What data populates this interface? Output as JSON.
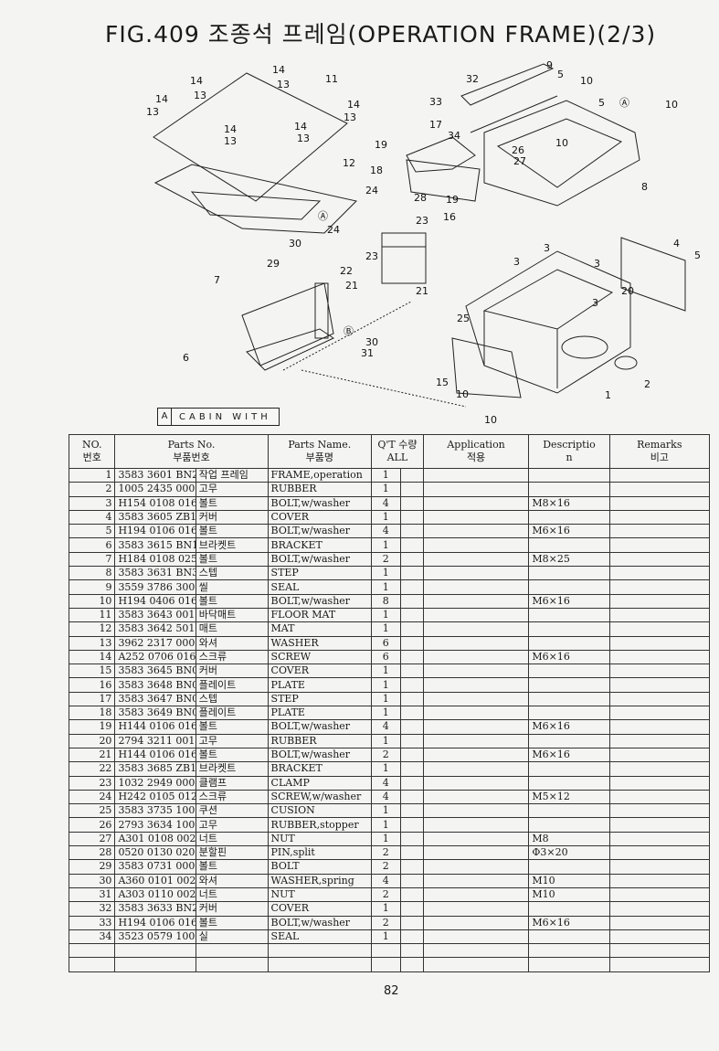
{
  "page": {
    "title": "FIG.409 조종석 프레임(OPERATION FRAME)(2/3)",
    "cabin_note_letter": "A",
    "cabin_note_text": "CABIN WITH",
    "page_number": "82"
  },
  "table": {
    "headers": {
      "no": "NO.",
      "no_kr": "번호",
      "parts_no": "Parts No.",
      "parts_no_kr": "부품번호",
      "parts_name": "Parts Name.",
      "parts_name_kr": "부품명",
      "qty": "Q'T 수량",
      "qty_sub": "ALL",
      "application": "Application",
      "application_kr": "적용",
      "description": "Descriptio",
      "description2": "n",
      "remarks": "Remarks",
      "remarks_kr": "비고"
    },
    "rows": [
      {
        "no": "1",
        "part": "3583 3601 BN2",
        "kr": "작업 프레임",
        "en": "FRAME,operation",
        "qty": "1",
        "desc": ""
      },
      {
        "no": "2",
        "part": "1005 2435 000",
        "kr": "고무",
        "en": "RUBBER",
        "qty": "1",
        "desc": ""
      },
      {
        "no": "3",
        "part": "H154 0108 016",
        "kr": "볼트",
        "en": "BOLT,w/washer",
        "qty": "4",
        "desc": "M8×16"
      },
      {
        "no": "4",
        "part": "3583 3605 ZB1",
        "kr": "커버",
        "en": "COVER",
        "qty": "1",
        "desc": ""
      },
      {
        "no": "5",
        "part": "H194 0106 016",
        "kr": "볼트",
        "en": "BOLT,w/washer",
        "qty": "4",
        "desc": "M6×16"
      },
      {
        "no": "6",
        "part": "3583 3615 BN1",
        "kr": "브라켓트",
        "en": "BRACKET",
        "qty": "1",
        "desc": ""
      },
      {
        "no": "7",
        "part": "H184 0108 025",
        "kr": "볼트",
        "en": "BOLT,w/washer",
        "qty": "2",
        "desc": "M8×25"
      },
      {
        "no": "8",
        "part": "3583 3631 BN3",
        "kr": "스텝",
        "en": "STEP",
        "qty": "1",
        "desc": ""
      },
      {
        "no": "9",
        "part": "3559 3786 300",
        "kr": "씰",
        "en": "SEAL",
        "qty": "1",
        "desc": ""
      },
      {
        "no": "10",
        "part": "H194 0406 016",
        "kr": "볼트",
        "en": "BOLT,w/washer",
        "qty": "8",
        "desc": "M6×16"
      },
      {
        "no": "11",
        "part": "3583 3643 001",
        "kr": "바닥매트",
        "en": "FLOOR MAT",
        "qty": "1",
        "desc": ""
      },
      {
        "no": "12",
        "part": "3583 3642 501",
        "kr": "매트",
        "en": "MAT",
        "qty": "1",
        "desc": ""
      },
      {
        "no": "13",
        "part": "3962 2317 000",
        "kr": "와셔",
        "en": "WASHER",
        "qty": "6",
        "desc": ""
      },
      {
        "no": "14",
        "part": "A252 0706 016",
        "kr": "스크류",
        "en": "SCREW",
        "qty": "6",
        "desc": "M6×16"
      },
      {
        "no": "15",
        "part": "3583 3645 BN0",
        "kr": "커버",
        "en": "COVER",
        "qty": "1",
        "desc": ""
      },
      {
        "no": "16",
        "part": "3583 3648 BN0",
        "kr": "플레이트",
        "en": "PLATE",
        "qty": "1",
        "desc": ""
      },
      {
        "no": "17",
        "part": "3583 3647 BN0",
        "kr": "스텝",
        "en": "STEP",
        "qty": "1",
        "desc": ""
      },
      {
        "no": "18",
        "part": "3583 3649 BN0",
        "kr": "플레이트",
        "en": "PLATE",
        "qty": "1",
        "desc": ""
      },
      {
        "no": "19",
        "part": "H144 0106 016",
        "kr": "볼트",
        "en": "BOLT,w/washer",
        "qty": "4",
        "desc": "M6×16"
      },
      {
        "no": "20",
        "part": "2794 3211 001",
        "kr": "고무",
        "en": "RUBBER",
        "qty": "1",
        "desc": ""
      },
      {
        "no": "21",
        "part": "H144 0106 016",
        "kr": "볼트",
        "en": "BOLT,w/washer",
        "qty": "2",
        "desc": "M6×16"
      },
      {
        "no": "22",
        "part": "3583 3685 ZB1",
        "kr": "브라켓트",
        "en": "BRACKET",
        "qty": "1",
        "desc": ""
      },
      {
        "no": "23",
        "part": "1032 2949 000",
        "kr": "클램프",
        "en": "CLAMP",
        "qty": "4",
        "desc": ""
      },
      {
        "no": "24",
        "part": "H242 0105 012",
        "kr": "스크류",
        "en": "SCREW,w/washer",
        "qty": "4",
        "desc": "M5×12"
      },
      {
        "no": "25",
        "part": "3583 3735 100",
        "kr": "쿠션",
        "en": "CUSION",
        "qty": "1",
        "desc": ""
      },
      {
        "no": "26",
        "part": "2793 3634 100",
        "kr": "고무",
        "en": "RUBBER,stopper",
        "qty": "1",
        "desc": ""
      },
      {
        "no": "27",
        "part": "A301 0108 002",
        "kr": "너트",
        "en": "NUT",
        "qty": "1",
        "desc": "M8"
      },
      {
        "no": "28",
        "part": "0520 0130 020",
        "kr": "분할핀",
        "en": "PIN,split",
        "qty": "2",
        "desc": "Φ3×20"
      },
      {
        "no": "29",
        "part": "3583 0731 000",
        "kr": "볼트",
        "en": "BOLT",
        "qty": "2",
        "desc": ""
      },
      {
        "no": "30",
        "part": "A360 0101 002",
        "kr": "와셔",
        "en": "WASHER,spring",
        "qty": "4",
        "desc": "M10"
      },
      {
        "no": "31",
        "part": "A303 0110 002",
        "kr": "너트",
        "en": "NUT",
        "qty": "2",
        "desc": "M10"
      },
      {
        "no": "32",
        "part": "3583 3633 BN2",
        "kr": "커버",
        "en": "COVER",
        "qty": "1",
        "desc": ""
      },
      {
        "no": "33",
        "part": "H194 0106 016",
        "kr": "볼트",
        "en": "BOLT,w/washer",
        "qty": "2",
        "desc": "M6×16"
      },
      {
        "no": "34",
        "part": "3523 0579 100",
        "kr": "실",
        "en": "SEAL",
        "qty": "1",
        "desc": ""
      }
    ],
    "blank_rows": 2
  },
  "diagram": {
    "callouts": [
      "14",
      "13",
      "11",
      "14",
      "13",
      "14",
      "13",
      "14",
      "13",
      "12",
      "A",
      "9",
      "5",
      "10",
      "32",
      "33",
      "17",
      "34",
      "5",
      "A",
      "10",
      "26",
      "27",
      "10",
      "19",
      "18",
      "28",
      "19",
      "16",
      "8",
      "24",
      "23",
      "24",
      "23",
      "30",
      "29",
      "22",
      "21",
      "21",
      "7",
      "B",
      "30",
      "31",
      "6",
      "3",
      "3",
      "4",
      "5",
      "3",
      "20",
      "25",
      "3",
      "15",
      "10",
      "10",
      "1",
      "2"
    ]
  }
}
